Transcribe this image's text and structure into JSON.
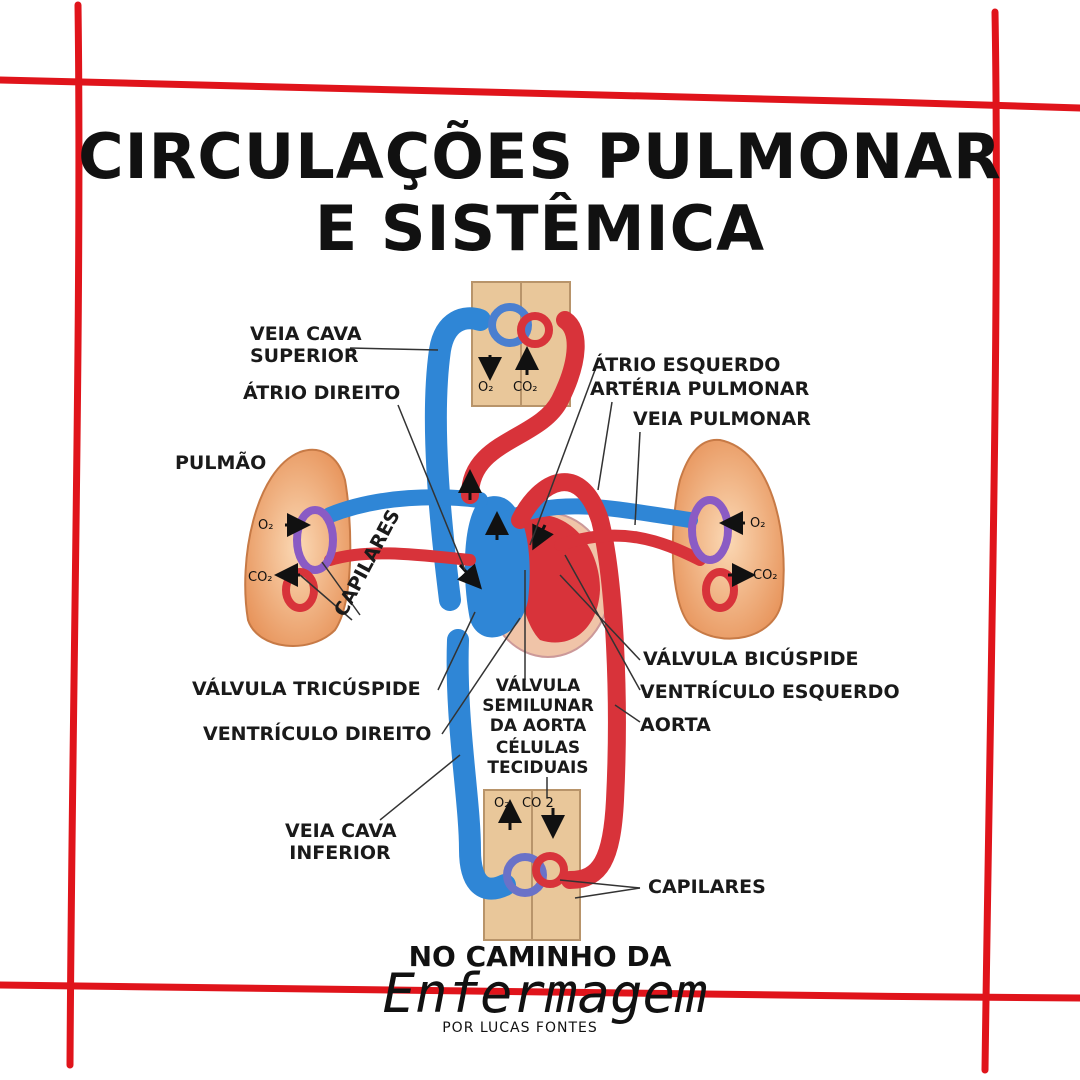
{
  "title": {
    "line1": "CIRCULAÇÕES PULMONAR",
    "line2": "E SISTÊMICA"
  },
  "labels": {
    "veia_cava_superior_1": "VEIA CAVA",
    "veia_cava_superior_2": "SUPERIOR",
    "atrio_direito": "ÁTRIO DIREITO",
    "pulmao": "PULMÃO",
    "capilares_lung": "CAPILARES",
    "valvula_tricuspide": "VÁLVULA TRICÚSPIDE",
    "ventriculo_direito": "VENTRÍCULO DIREITO",
    "veia_cava_inferior_1": "VEIA CAVA",
    "veia_cava_inferior_2": "INFERIOR",
    "atrio_esquerdo": "ÁTRIO ESQUERDO",
    "arteria_pulmonar": "ARTÉRIA PULMONAR",
    "veia_pulmonar": "VEIA PULMONAR",
    "valvula_bicuspide": "VÁLVULA BICÚSPIDE",
    "ventriculo_esquerdo": "VENTRÍCULO ESQUERDO",
    "aorta": "AORTA",
    "valvula_semilunar_1": "VÁLVULA",
    "valvula_semilunar_2": "SEMILUNAR",
    "valvula_semilunar_3": "DA AORTA",
    "celulas_1": "CÉLULAS",
    "celulas_2": "TECIDUAIS",
    "capilares_tissue": "CAPILARES"
  },
  "chem": {
    "o2": "O₂",
    "co2": "CO₂",
    "o2_top": "O₂",
    "co2_top": "CO₂",
    "o2_left": "O₂",
    "co2_left": "CO₂",
    "o2_right": "O₂",
    "co2_right": "CO₂",
    "o2_bottom": "O₂",
    "co2_bottom": "CO 2"
  },
  "brand": {
    "line1": "NO CAMINHO DA",
    "line2": "Enfermagem",
    "line3": "POR LUCAS FONTES"
  },
  "colors": {
    "frame": "#e0141b",
    "venous": "#2f86d6",
    "arterial": "#d8333a",
    "tissue": "#e9c79a",
    "lung": "#f1b98c"
  }
}
